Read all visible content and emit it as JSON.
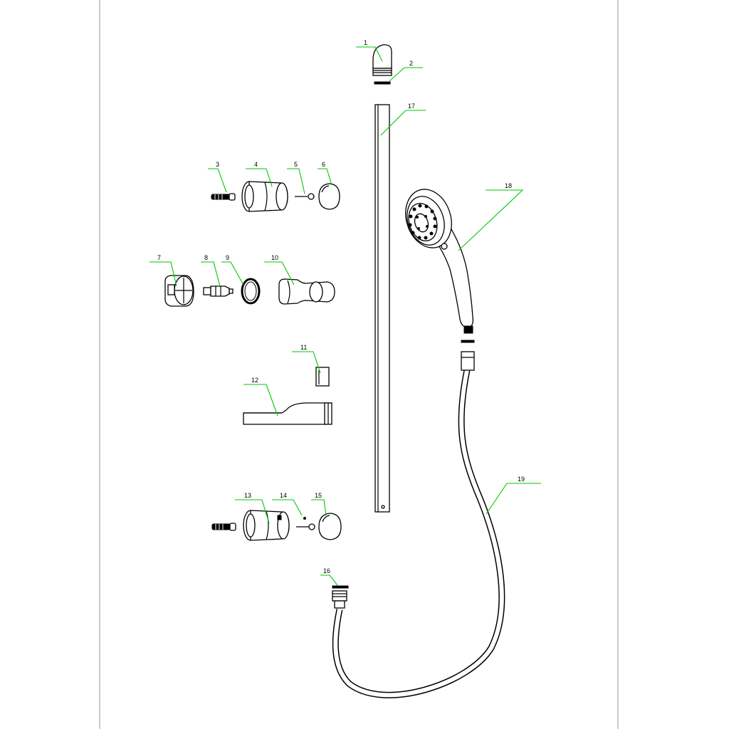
{
  "diagram": {
    "colors": {
      "page_background": "#ffffff",
      "line": "#000000",
      "leader_line": "#00c800",
      "page_border": "#9a9a9a"
    },
    "labels": [
      {
        "id": "1",
        "text": "1"
      },
      {
        "id": "2",
        "text": "2"
      },
      {
        "id": "3",
        "text": "3"
      },
      {
        "id": "4",
        "text": "4"
      },
      {
        "id": "5",
        "text": "5"
      },
      {
        "id": "6",
        "text": "6"
      },
      {
        "id": "7",
        "text": "7"
      },
      {
        "id": "8",
        "text": "8"
      },
      {
        "id": "9",
        "text": "9"
      },
      {
        "id": "10",
        "text": "10"
      },
      {
        "id": "11",
        "text": "11"
      },
      {
        "id": "12",
        "text": "12"
      },
      {
        "id": "13",
        "text": "13"
      },
      {
        "id": "14",
        "text": "14"
      },
      {
        "id": "15",
        "text": "15"
      },
      {
        "id": "16",
        "text": "16"
      },
      {
        "id": "17",
        "text": "17"
      },
      {
        "id": "18",
        "text": "18"
      },
      {
        "id": "19",
        "text": "19"
      }
    ]
  }
}
